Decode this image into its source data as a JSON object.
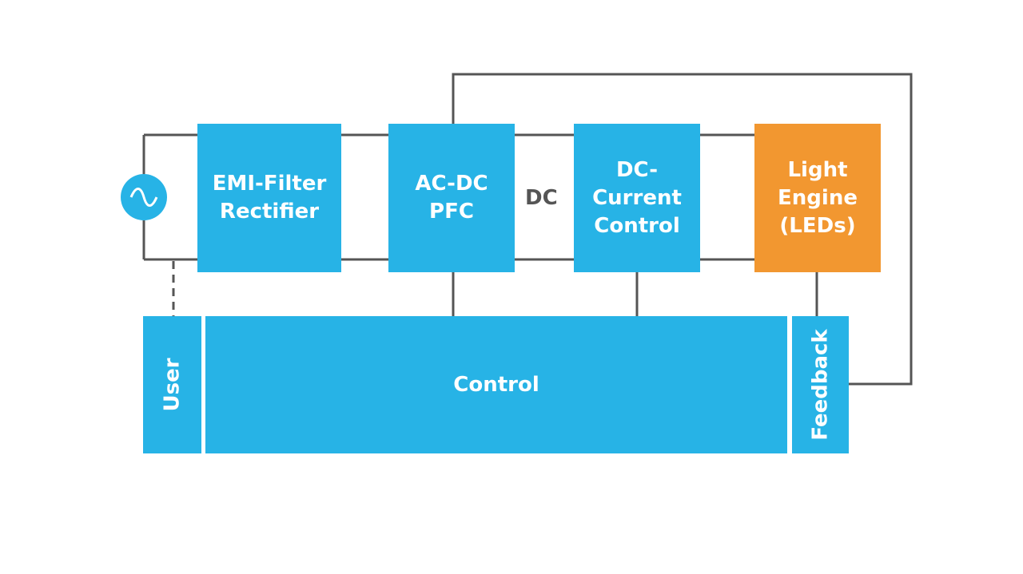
{
  "diagram": {
    "blocks": {
      "emi_filter": {
        "label": "EMI-Filter\nRectifier",
        "color": "#27b3e6"
      },
      "ac_dc_pfc": {
        "label": "AC-DC\nPFC",
        "color": "#27b3e6"
      },
      "dc_current": {
        "label": "DC-\nCurrent\nControl",
        "color": "#27b3e6"
      },
      "light_engine": {
        "label": "Light\nEngine\n(LEDs)",
        "color": "#f29730"
      },
      "user": {
        "label": "User",
        "color": "#27b3e6"
      },
      "control": {
        "label": "Control",
        "color": "#27b3e6"
      },
      "feedback": {
        "label": "Feedback",
        "color": "#27b3e6"
      }
    },
    "bus_label": "DC",
    "source_icon": "ac-source-icon",
    "wire_color": "#555555"
  }
}
